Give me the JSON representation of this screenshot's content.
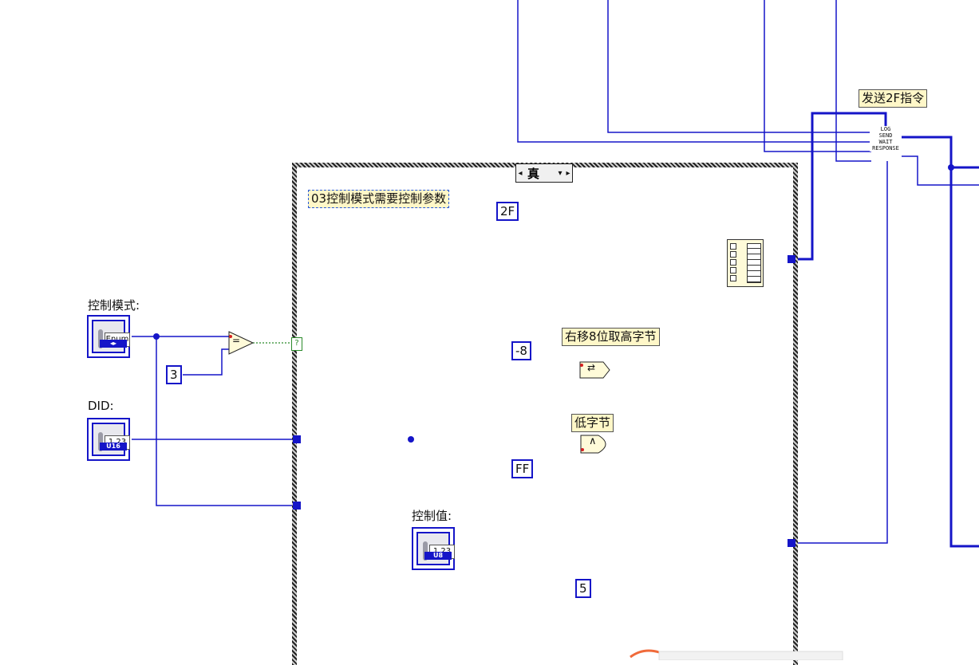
{
  "case_structure": {
    "selector_value": "真",
    "left_arrow": "◂",
    "dropdown_arrow": "▾",
    "right_arrow": "▸"
  },
  "comments": {
    "mode03": "03控制模式需要控制参数",
    "shift_high": "右移8位取高字节",
    "low_byte": "低字节",
    "send_2f": "发送2F指令"
  },
  "controls": {
    "mode": {
      "label": "控制模式:",
      "type_text": "Enum",
      "type_tag": "◂▸"
    },
    "did": {
      "label": "DID:",
      "value_text": "1.23",
      "type_tag": "U16"
    },
    "ctrl_value": {
      "label": "控制值:",
      "value_text": "1.23",
      "type_tag": "U8"
    }
  },
  "constants": {
    "three": "3",
    "hex_2f": "2F",
    "neg8": "-8",
    "hex_ff": "FF",
    "five": "5"
  },
  "nodes": {
    "equal_symbol": "=",
    "shift_symbol": "⇄",
    "and_symbol": "∧",
    "case_terminal": "?"
  },
  "subvi_terminals": [
    "LOG",
    "SEND",
    "WAIT",
    "RESPONSE"
  ],
  "colors": {
    "wire": "#1515c8",
    "comment_bg": "#fff7c8",
    "frame": "#222222",
    "boolean_wire": "#2a8a2a"
  }
}
